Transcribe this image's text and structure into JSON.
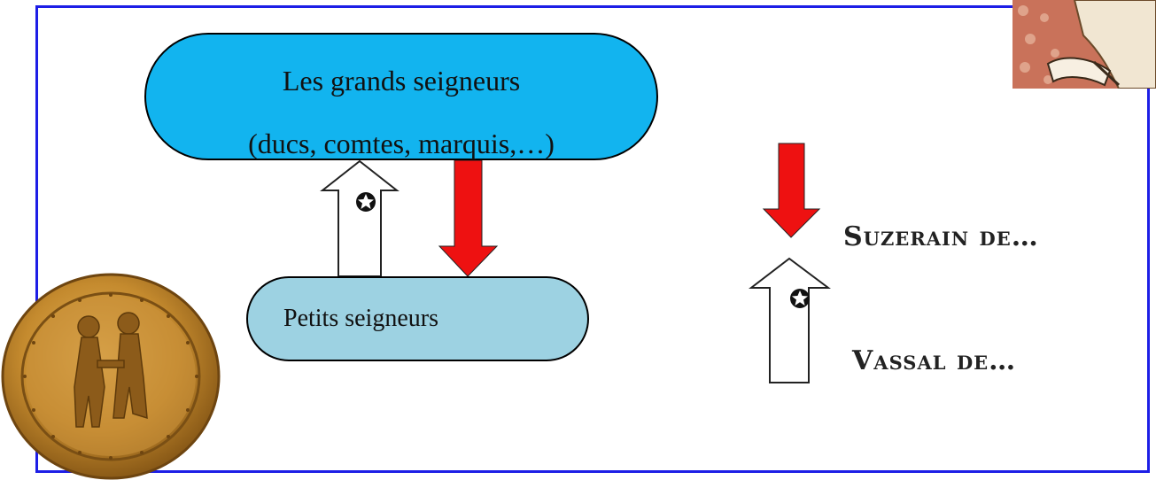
{
  "diagram": {
    "top_node": {
      "line1": "Les grands seigneurs",
      "line2": "(ducs, comtes, marquis,…)"
    },
    "bottom_node": {
      "label": "Petits seigneurs"
    },
    "legend": {
      "suzerain_label": "Suzerain de…",
      "vassal_label": "Vassal de…"
    }
  },
  "colors": {
    "frame_border": "#1d1ee6",
    "top_node_fill": "#12b4ef",
    "bottom_node_fill": "#9dd2e2",
    "red_arrow": "#ee1111",
    "white_arrow": "#ffffff"
  },
  "icons": [
    "star-badge-icon",
    "medieval-seal-image",
    "manuscript-illumination-image"
  ]
}
